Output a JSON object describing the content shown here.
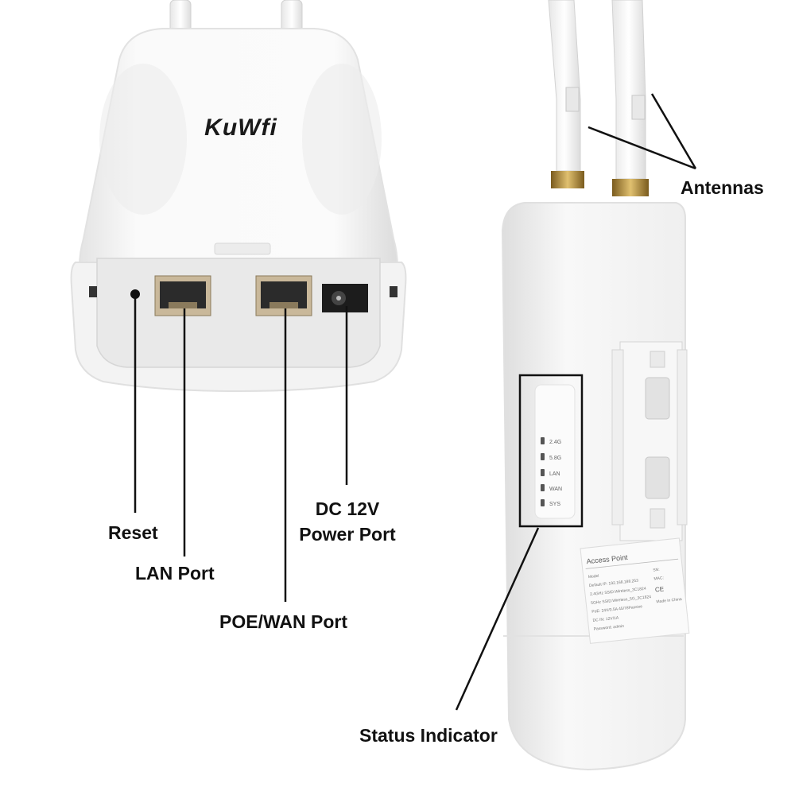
{
  "brand": {
    "logo_text": "KuWfi"
  },
  "callouts": {
    "reset": "Reset",
    "lan_port": "LAN Port",
    "poe_wan_port": "POE/WAN Port",
    "dc_power_line1": "DC 12V",
    "dc_power_line2": "Power Port",
    "antennas": "Antennas",
    "status_indicator": "Status Indicator"
  },
  "status_leds": [
    "2.4G",
    "5.8G",
    "LAN",
    "WAN",
    "SYS"
  ],
  "label_sticker": {
    "title": "Access Point",
    "lines": [
      "Model",
      "Default IP: 192.168.188.253",
      "2.4GHz SSID:Wireless_3C1824",
      "5GHz SSID:Wireless_5G_3C1824",
      "PoE: 24V/0.5A 45/78Passive",
      "DC IN: 12V/1A",
      "Password: admin"
    ],
    "right_lines": [
      "SN:",
      "MAC:",
      "CE",
      "Made in China"
    ]
  },
  "colors": {
    "housing": "#f4f4f4",
    "housing_shadow": "#d9d9d9",
    "outline": "#111111",
    "brass": "#b08a3a"
  }
}
